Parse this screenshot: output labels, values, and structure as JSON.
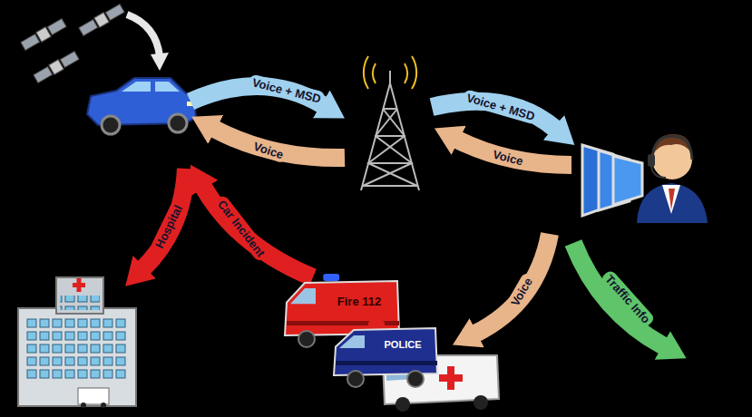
{
  "diagram": {
    "nodes": [
      {
        "text": [
          "Fire 112"
        ]
      },
      {
        "text": [
          "POLICE"
        ]
      }
    ],
    "labels": [
      "Voice + MSD",
      "Voice",
      "Voice + MSD",
      "Voice",
      "Hospital",
      "Car Incident",
      "Voice",
      "Traffic Info"
    ]
  }
}
